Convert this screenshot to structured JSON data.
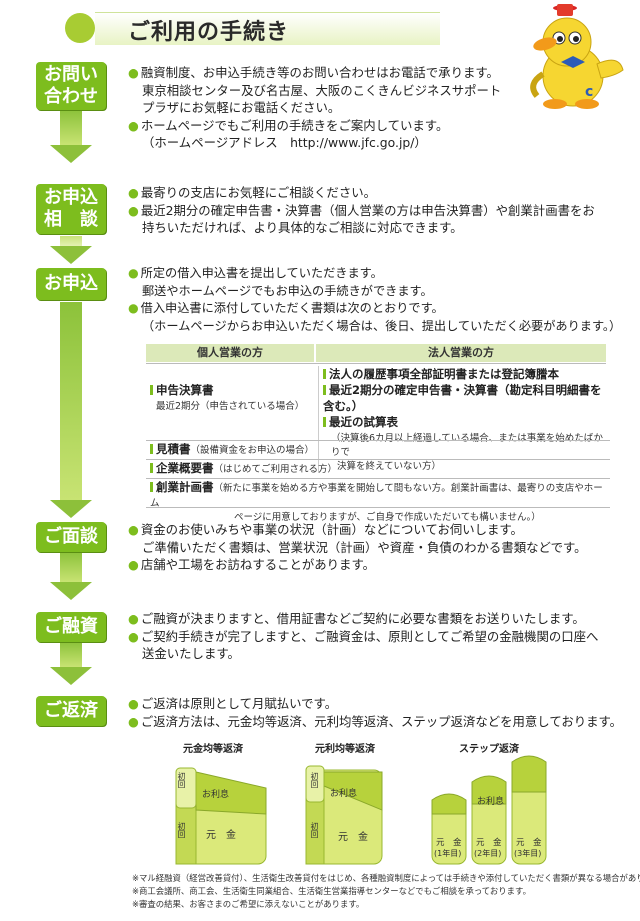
{
  "header": {
    "title": "ご利用の手続き"
  },
  "steps": [
    {
      "l1": "お問い",
      "l2": "合わせ"
    },
    {
      "l1": "お申込",
      "l2": "相　談"
    },
    {
      "l1": "お申込",
      "l2": ""
    },
    {
      "l1": "ご面談",
      "l2": ""
    },
    {
      "l1": "ご融資",
      "l2": ""
    },
    {
      "l1": "ご返済",
      "l2": ""
    }
  ],
  "s1": {
    "b1": "融資制度、お申込手続き等のお問い合わせはお電話で承ります。",
    "b1c": "東京相談センター及び名古屋、大阪のこくきんビジネスサポート",
    "b1d": "プラザにお気軽にお電話ください。",
    "b2": "ホームページでもご利用の手続きをご案内しています。",
    "b2c": "（ホームページアドレス　http://www.jfc.go.jp/）"
  },
  "s2": {
    "b1": "最寄りの支店にお気軽にご相談ください。",
    "b2": "最近2期分の確定申告書・決算書（個人営業の方は申告決算書）や創業計画書をお",
    "b2c": "持ちいただければ、より具体的なご相談に対応できます。"
  },
  "s3": {
    "b1": "所定の借入申込書を提出していただきます。",
    "b1c": "郵送やホームページでもお申込の手続きができます。",
    "b2": "借入申込書に添付していただく書類は次のとおりです。",
    "b2c": "（ホームページからお申込いただく場合は、後日、提出していただく必要があります。）"
  },
  "table": {
    "h1": "個人営業の方",
    "h2": "法人営業の方",
    "ind1": "申告決算書",
    "ind1s": "最近2期分（申告されている場合）",
    "c1": "法人の履歴事項全部証明書または登記簿謄本",
    "c2": "最近2期分の確定申告書・決算書（勘定科目明細書を含む。）",
    "c3": "最近の試算表",
    "c3s": "（決算後6カ月以上経過している場合、または事業を始めたばかりで",
    "c3s2": "決算を終えていない方）",
    "r2": "見積書",
    "r2s": "（設備資金をお申込の場合）",
    "r3": "企業概要書",
    "r3s": "（はじめてご利用される方）",
    "r4": "創業計画書",
    "r4s": "（新たに事業を始める方や事業を開始して間もない方。創業計画書は、最寄りの支店やホーム",
    "r4s2": "ページに用意しておりますが、ご自身で作成いただいても構いません。）"
  },
  "s4": {
    "b1": "資金のお使いみちや事業の状況（計画）などについてお伺いします。",
    "b1c": "ご準備いただく書類は、営業状況（計画）や資産・負債のわかる書類などです。",
    "b2": "店舗や工場をお訪ねすることがあります。"
  },
  "s5": {
    "b1": "ご融資が決まりますと、借用証書などご契約に必要な書類をお送りいたします。",
    "b2": "ご契約手続きが完了しますと、ご融資金は、原則としてご希望の金融機関の口座へ",
    "b2c": "送金いたします。"
  },
  "s6": {
    "b1": "ご返済は原則として月賦払いです。",
    "b2": "ご返済方法は、元金均等返済、元利均等返済、ステップ返済などを用意しております。"
  },
  "charts": {
    "c1": "元金均等返済",
    "c2": "元利均等返済",
    "c3": "ステップ返済",
    "interest": "お利息",
    "principal": "元　金",
    "first": "初回",
    "y1": "(1年目)",
    "y2": "(2年目)",
    "y3": "(3年目)"
  },
  "notes": {
    "n1": "※マル経融資（経営改善貸付）、生活衛生改善貸付をはじめ、各種融資制度によっては手続きや添付していただく書類が異なる場合があります。",
    "n2": "※商工会議所、商工会、生活衛生同業組合、生活衛生営業指導センターなどでもご相談を承っております。",
    "n3": "※審査の結果、お客さまのご希望に添えないことがあります。"
  },
  "colors": {
    "accent": "#7dbd1e",
    "light": "#dce9b9"
  }
}
